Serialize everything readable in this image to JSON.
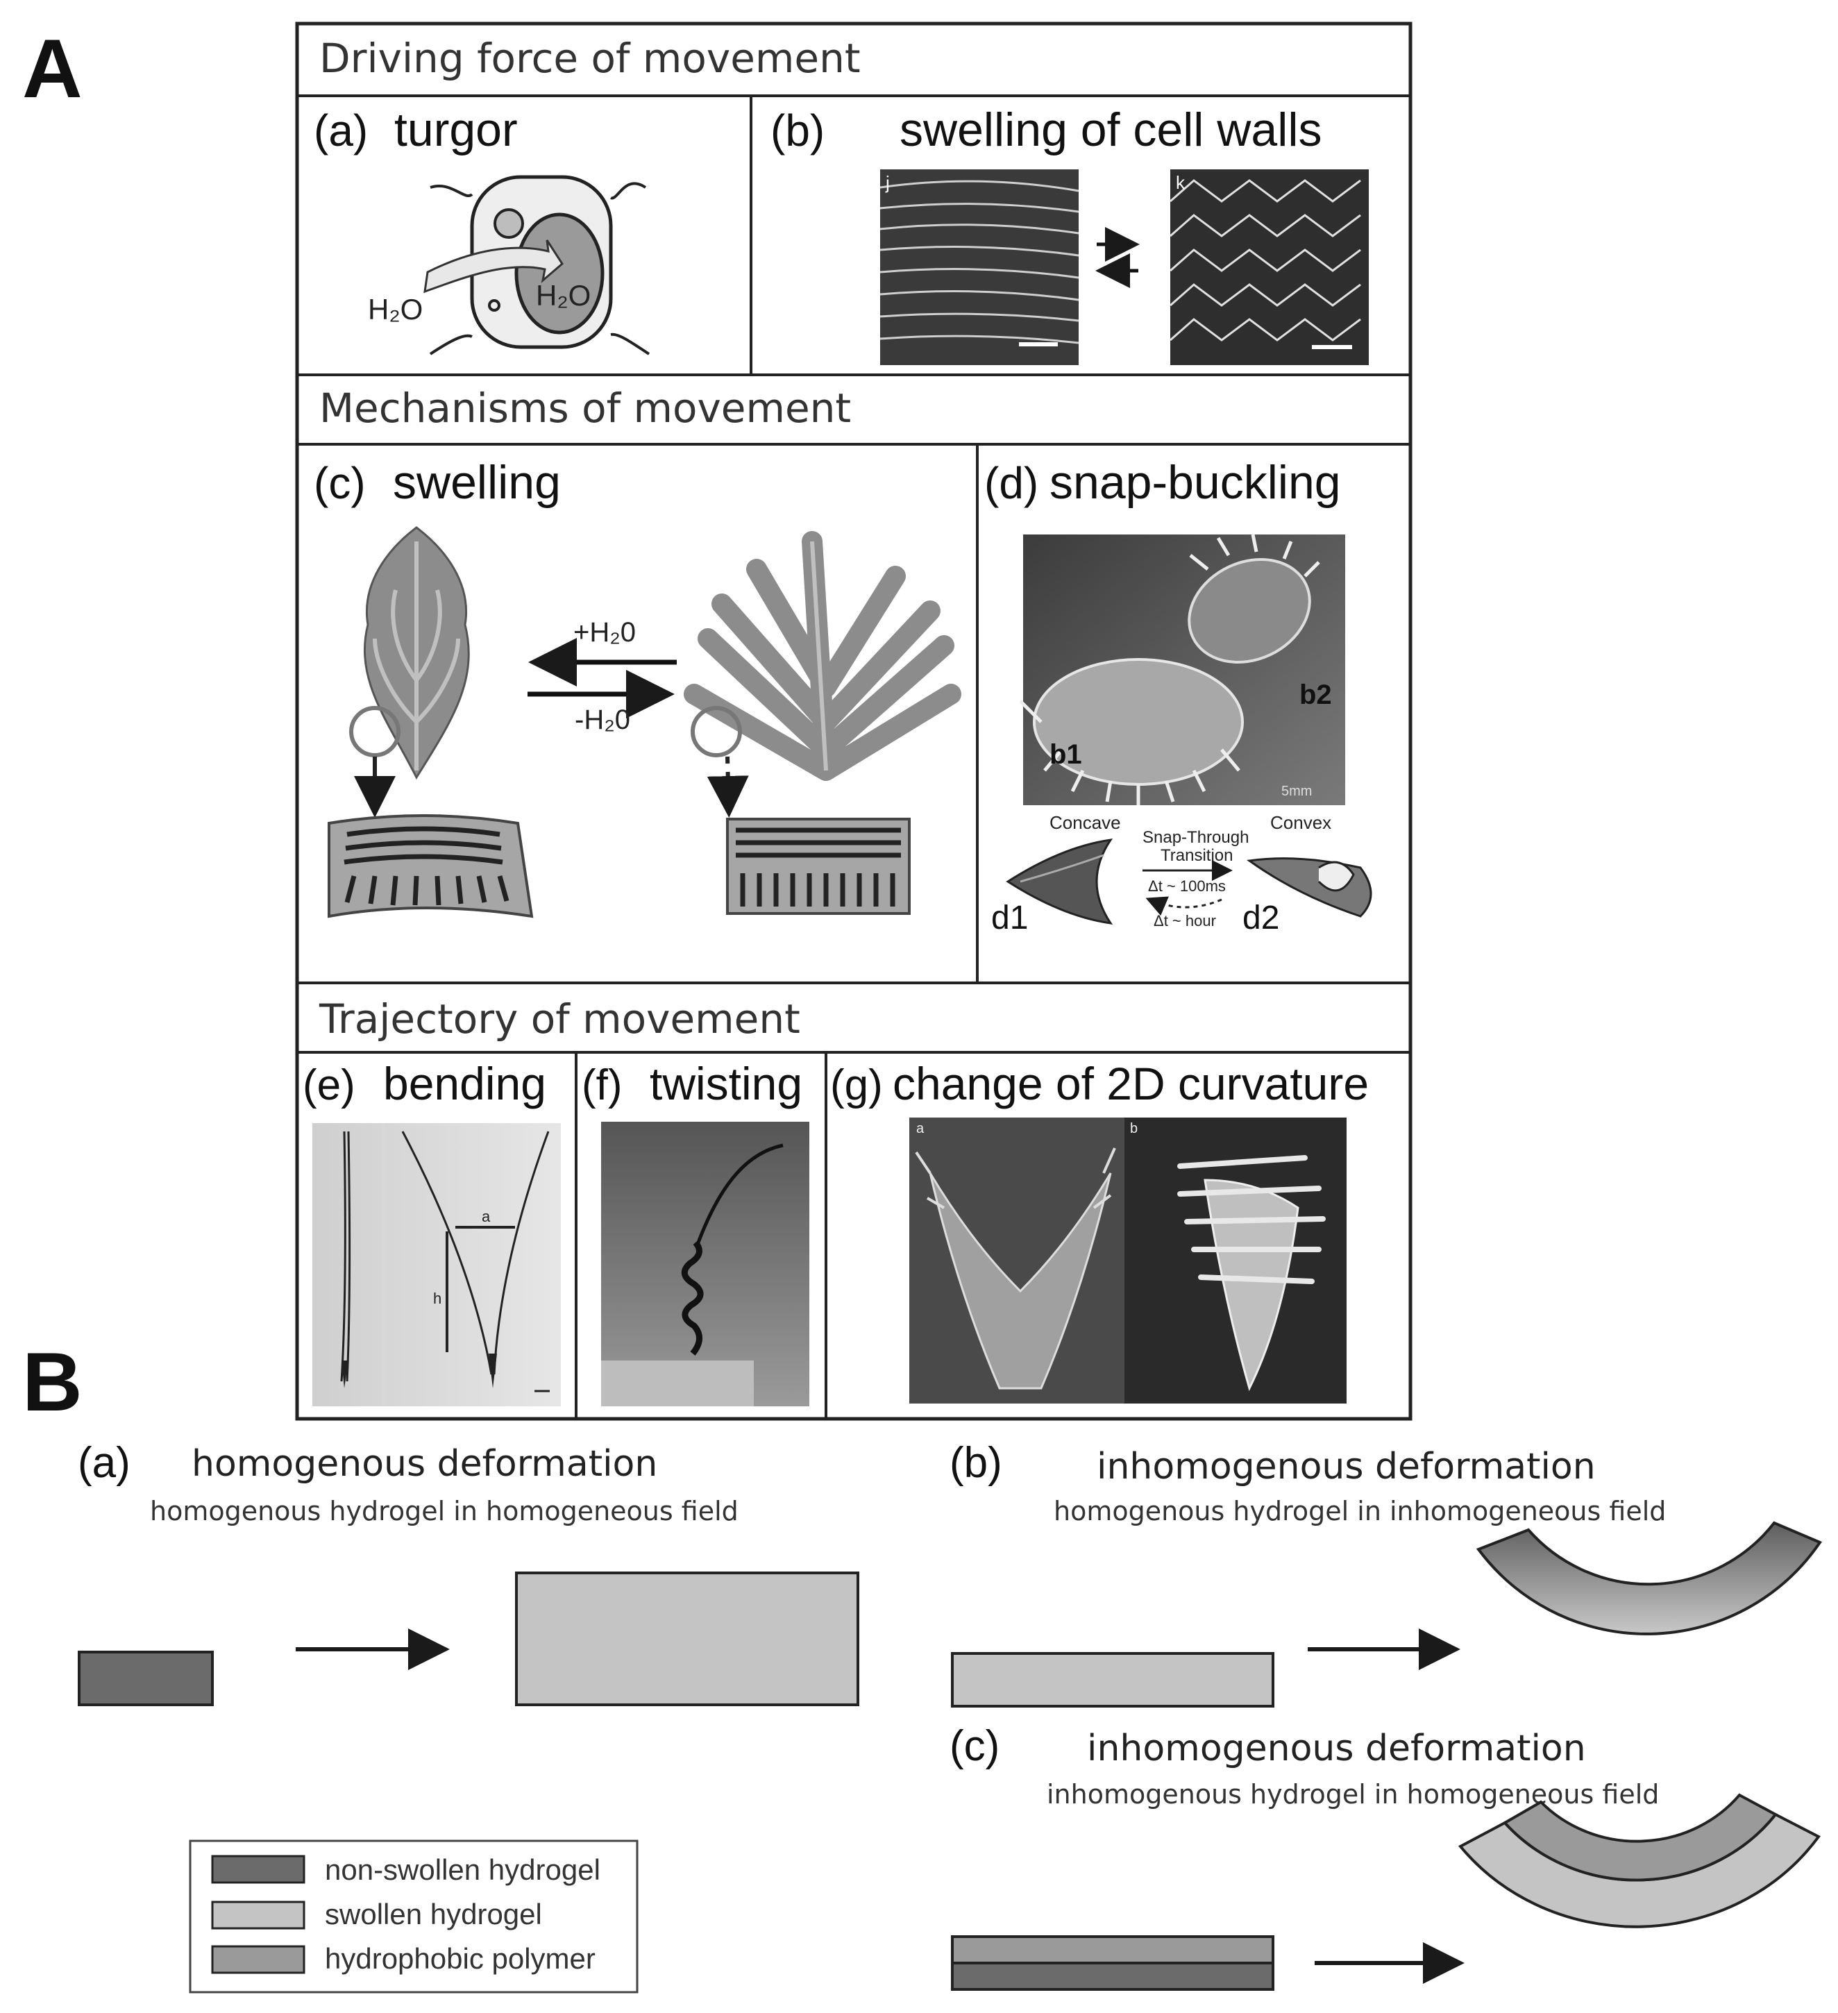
{
  "panels": {
    "A": {
      "letter": "A"
    },
    "B": {
      "letter": "B"
    }
  },
  "sectionA": {
    "driving": {
      "title": "Driving force of movement",
      "a": {
        "tag": "(a)",
        "label": "turgor",
        "h2o_left": "H₂O",
        "h2o_right": "H₂O"
      },
      "b": {
        "tag": "(b)",
        "label": "swelling of cell walls",
        "img_left_tag": "j",
        "img_right_tag": "k"
      }
    },
    "mechanisms": {
      "title": "Mechanisms of movement",
      "c": {
        "tag": "(c)",
        "label": "swelling",
        "plus": "+H₂0",
        "minus": "-H₂0"
      },
      "d": {
        "tag": "(d)",
        "label": "snap-buckling",
        "b1": "b1",
        "b2": "b2",
        "scale": "5mm",
        "concave": "Concave",
        "convex": "Convex",
        "snap1": "Snap-Through",
        "snap2": "Transition",
        "t_fast": "Δt ~ 100ms",
        "t_slow": "Δt ~ hour",
        "d1": "d1",
        "d2": "d2"
      }
    },
    "trajectory": {
      "title": "Trajectory of movement",
      "e": {
        "tag": "(e)",
        "label": "bending",
        "a": "a",
        "h": "h"
      },
      "f": {
        "tag": "(f)",
        "label": "twisting"
      },
      "g": {
        "tag": "(g)",
        "label": "change of 2D curvature",
        "img_a": "a",
        "img_b": "b"
      }
    }
  },
  "sectionB": {
    "a": {
      "tag": "(a)",
      "title": "homogenous deformation",
      "subtitle": "homogenous hydrogel in homogeneous field"
    },
    "b": {
      "tag": "(b)",
      "title": "inhomogenous deformation",
      "subtitle": "homogenous hydrogel in inhomogeneous field"
    },
    "c": {
      "tag": "(c)",
      "title": "inhomogenous deformation",
      "subtitle": "inhomogenous hydrogel in homogeneous field"
    },
    "legend": [
      {
        "label": "non-swollen hydrogel",
        "color": "#6b6b6b"
      },
      {
        "label": "swollen hydrogel",
        "color": "#c4c4c4"
      },
      {
        "label": "hydrophobic polymer",
        "color": "#9a9a9a"
      }
    ]
  },
  "colors": {
    "frame": "#222222",
    "non_swollen": "#6b6b6b",
    "swollen": "#c4c4c4",
    "hydrophobic": "#9a9a9a",
    "arrow": "#1a1a1a"
  }
}
